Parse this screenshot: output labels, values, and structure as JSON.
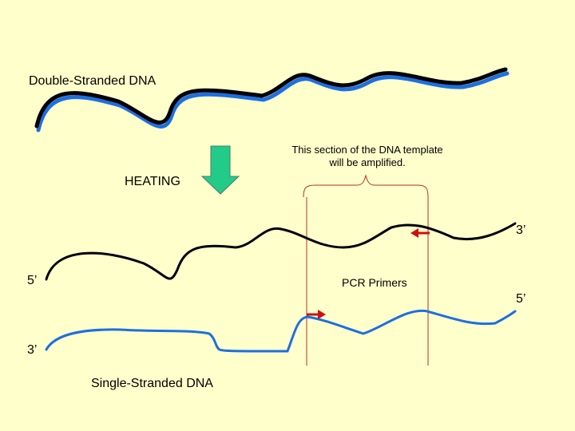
{
  "labels": {
    "double_stranded": "Double-Stranded DNA",
    "heating": "HEATING",
    "annotation_line1": "This section of the DNA template",
    "annotation_line2": "will be amplified.",
    "primers": "PCR Primers",
    "single_stranded": "Single-Stranded DNA",
    "end_top_right": "3’",
    "end_top_left": "5’",
    "end_bottom_right": "5’",
    "end_bottom_left": "3’"
  },
  "colors": {
    "background": "#FFFFCC",
    "strand_top": "#000000",
    "strand_bottom": "#1E6FE0",
    "arrow": "#22CC88",
    "primer": "#CC1111",
    "bracket": "#B03020"
  }
}
